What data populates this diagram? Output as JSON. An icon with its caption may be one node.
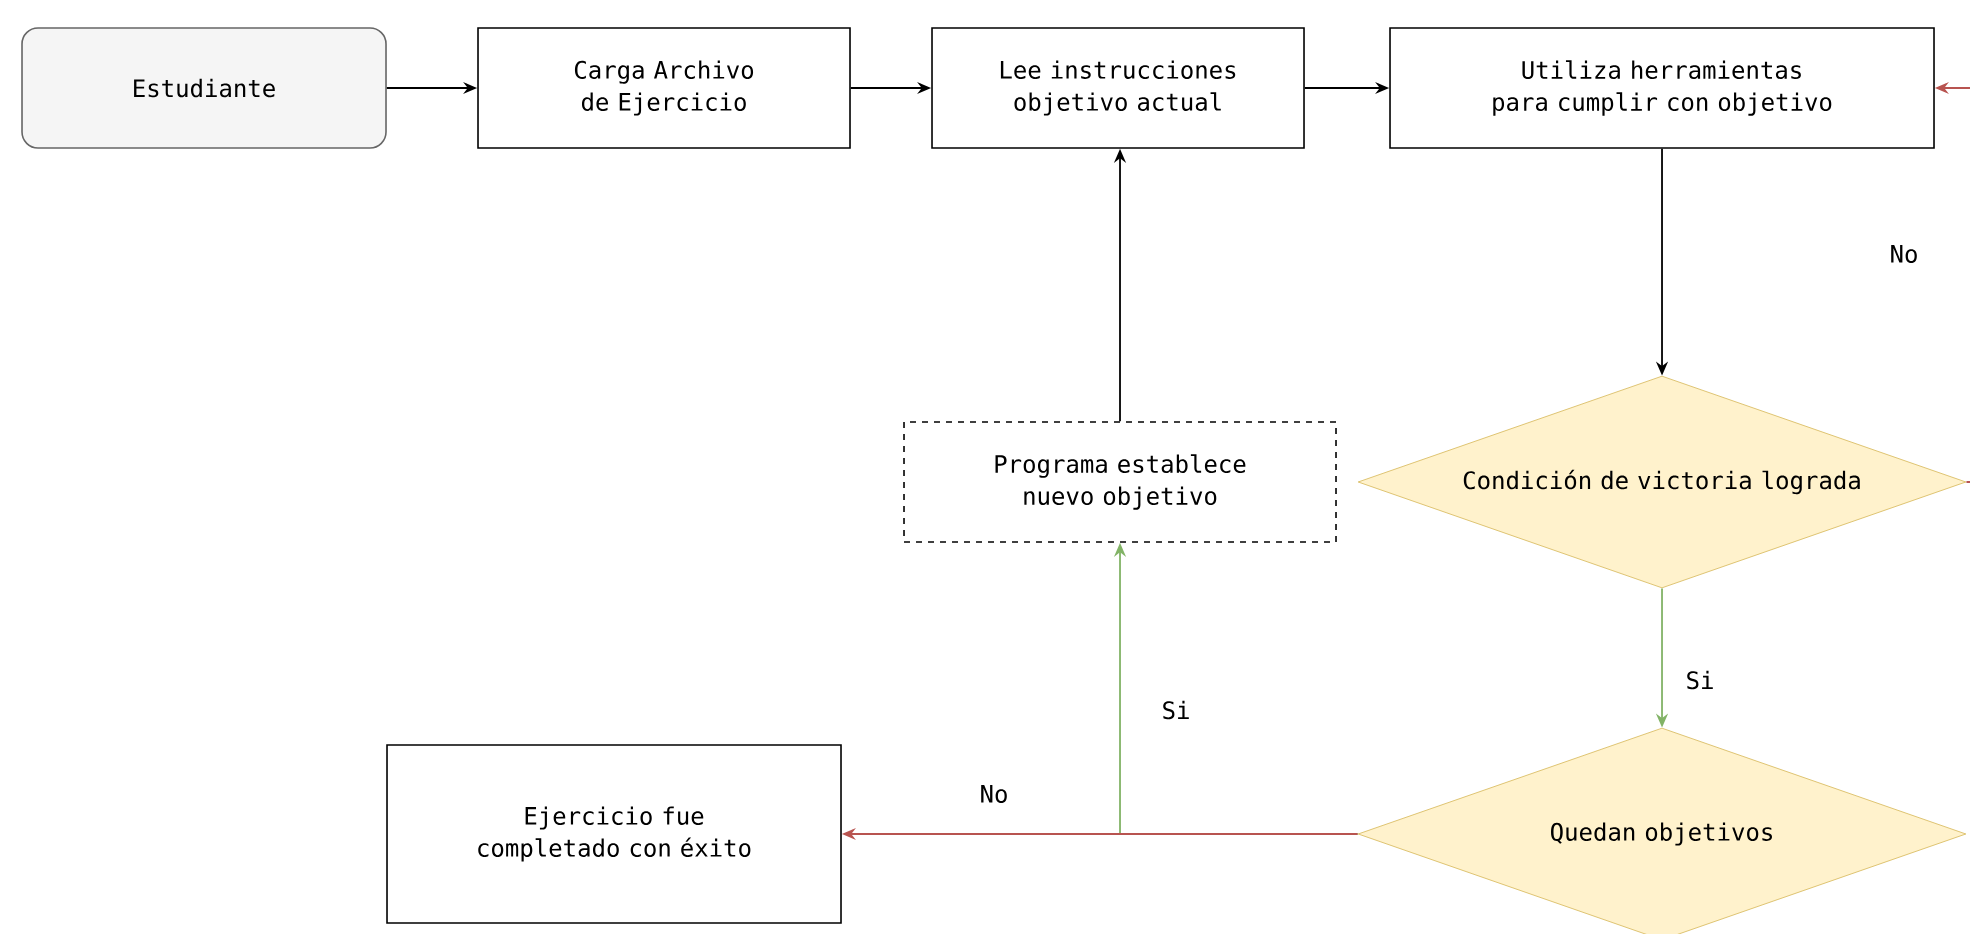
{
  "diagram": {
    "nodes": [
      {
        "text": [
          "Estudiante"
        ]
      },
      {
        "text": [
          "Carga Archivo de Ejercicio"
        ]
      },
      {
        "text": [
          "Lee instrucciones objetivo actual"
        ]
      },
      {
        "text": [
          "Utiliza herramientas para cumplir con objetivo"
        ]
      },
      {
        "text": [
          "Condición de victoria lograda"
        ]
      },
      {
        "text": [
          "Quedan objetivos"
        ]
      },
      {
        "text": [
          "Programa establece nuevo objetivo"
        ]
      },
      {
        "text": [
          "Ejercicio fue completado con éxito"
        ]
      }
    ],
    "edges": [
      {
        "from": 0,
        "to": 1,
        "arrow": "to"
      },
      {
        "from": 1,
        "to": 2,
        "arrow": "to"
      },
      {
        "from": 2,
        "to": 3,
        "arrow": "to"
      },
      {
        "from": 3,
        "to": 4,
        "arrow": "to"
      },
      {
        "from": 4,
        "to": 3,
        "arrow": "to",
        "label": "No",
        "color": "#b85450"
      },
      {
        "from": 4,
        "to": 5,
        "arrow": "to",
        "label": "Si",
        "color": "#82b366"
      },
      {
        "from": 5,
        "to": 6,
        "arrow": "to",
        "label": "Si",
        "color": "#82b366"
      },
      {
        "from": 5,
        "to": 7,
        "arrow": "to",
        "label": "No",
        "color": "#b85450"
      },
      {
        "from": 6,
        "to": 2,
        "arrow": "to"
      }
    ]
  }
}
